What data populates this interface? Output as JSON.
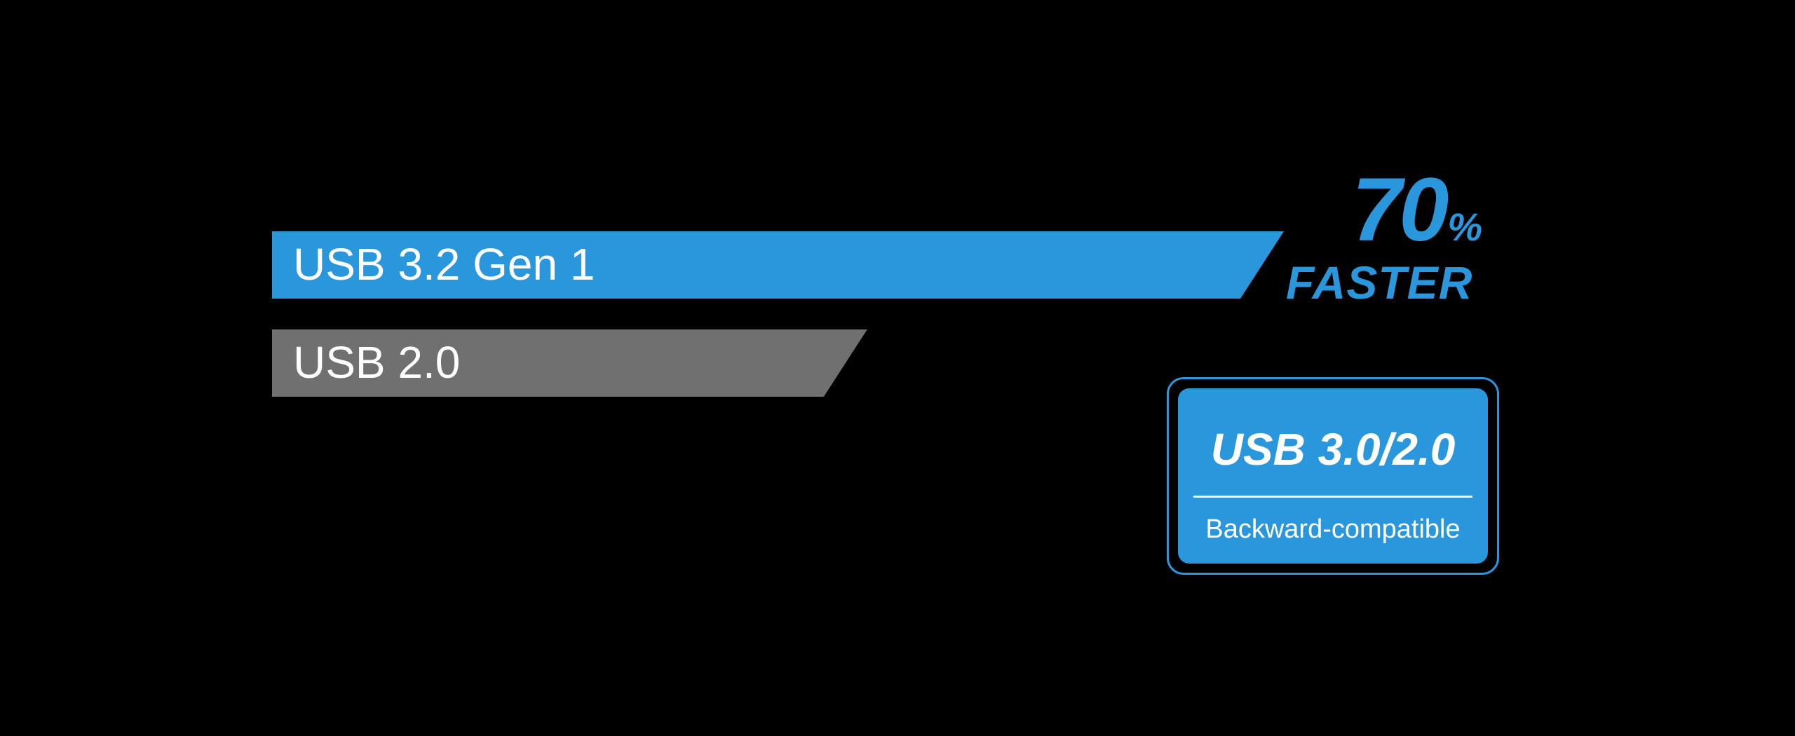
{
  "chart_data": {
    "type": "bar",
    "categories": [
      "USB 3.2 Gen 1",
      "USB 2.0"
    ],
    "values": [
      1.7,
      1.0
    ],
    "colors": [
      "#2a97dd",
      "#707070"
    ],
    "callout": {
      "value": "70",
      "unit": "%",
      "text": "FASTER",
      "color": "#2a97dd"
    }
  },
  "badge": {
    "title": "USB 3.0/2.0",
    "subtitle": "Backward-compatible",
    "color": "#2a97dd"
  },
  "colors": {
    "background": "#000000",
    "accent": "#2a97dd",
    "bar_secondary": "#707070",
    "text": "#ffffff"
  }
}
